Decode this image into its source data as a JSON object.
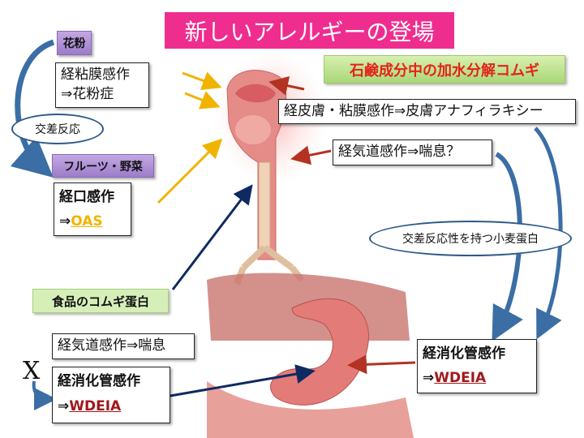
{
  "title": "新しいアレルギーの登場",
  "left": {
    "pollen_label": "花粉",
    "pollen_box": [
      "経粘膜感作",
      "⇒花粉症"
    ],
    "cross_reaction": "交差反応",
    "fruit_label": "フルーツ・野菜",
    "oral_box": {
      "line1": "経口感作",
      "arrow": "⇒",
      "result": "OAS"
    }
  },
  "right": {
    "soap_label": "石鹸成分中の加水分解コムギ",
    "skin_box": "経皮膚・粘膜感作⇒皮膚アナフィラキシー",
    "airway_box": "経気道感作⇒喘息？",
    "cross_protein": "交差反応性を持つ小麦蛋白",
    "gi_box": {
      "line1": "経消化管感作",
      "arrow": "⇒",
      "result": "WDEIA"
    }
  },
  "food": {
    "label": "食品のコムギ蛋白",
    "airway_box": "経気道感作⇒喘息",
    "x_mark": "X",
    "gi_box": {
      "line1": "経消化管感作",
      "arrow": "⇒",
      "result": "WDEIA"
    }
  },
  "colors": {
    "title_bg": "#ee2d8f",
    "soap_text": "#e5231b",
    "oas": "#f0b400",
    "wdeia": "#a0181c",
    "navy": "#0f2a63",
    "curve_blue": "#3b6ea5"
  }
}
